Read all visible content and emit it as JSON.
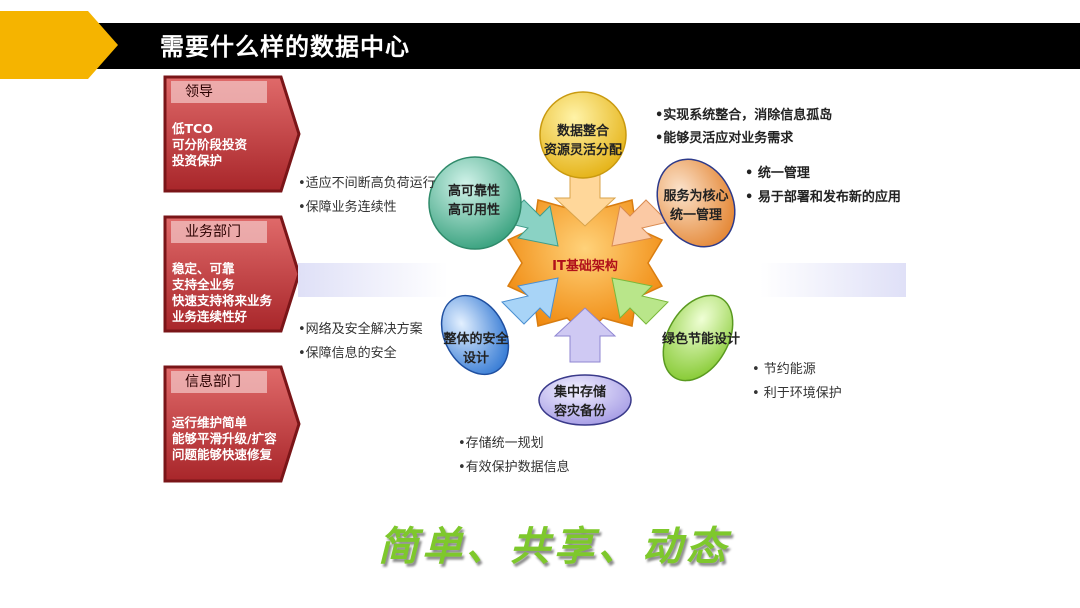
{
  "header": {
    "title": "需要什么样的数据中心"
  },
  "panels": [
    {
      "title": "领导",
      "lines": [
        "低TCO",
        "可分阶段投资",
        "投资保护"
      ]
    },
    {
      "title": "业务部门",
      "lines": [
        "稳定、可靠",
        "支持全业务",
        "快速支持将来业务",
        "业务连续性好"
      ]
    },
    {
      "title": "信息部门",
      "lines": [
        "运行维护简单",
        "能够平滑升级/扩容",
        "问题能够快速修复"
      ]
    }
  ],
  "center": {
    "label": "IT基础架构"
  },
  "bubbles": {
    "top": {
      "lines": [
        "数据整合",
        "资源灵活分配"
      ]
    },
    "upper_left": {
      "lines": [
        "高可靠性",
        "高可用性"
      ]
    },
    "upper_right": {
      "lines": [
        "服务为核心",
        "统一管理"
      ]
    },
    "lower_left": {
      "lines": [
        "整体的安全",
        "设计"
      ]
    },
    "lower_right": {
      "lines": [
        "绿色节能设计"
      ]
    },
    "bottom": {
      "lines": [
        "集中存储",
        "容灾备份"
      ]
    }
  },
  "bullets": {
    "top": [
      "•实现系统整合，消除信息孤岛",
      "•能够灵活应对业务需求"
    ],
    "upper_right": [
      "• 统一管理",
      "• 易于部署和发布新的应用"
    ],
    "upper_left": [
      "•适应不间断高负荷运行",
      "•保障业务连续性"
    ],
    "lower_left": [
      "•网络及安全解决方案",
      "•保障信息的安全"
    ],
    "lower_right": [
      "• 节约能源",
      "• 利于环境保护"
    ],
    "bottom": [
      "•存储统一规划",
      "•有效保护数据信息"
    ]
  },
  "slogan": "简单、共享、动态",
  "colors": {
    "panel_red": "#c43a3c",
    "panel_dark": "#7a1518",
    "title_bar": "#000000",
    "chevron": "#f5b400",
    "slogan_green": "#7ec82c",
    "center_orange": "#f7a01c"
  }
}
